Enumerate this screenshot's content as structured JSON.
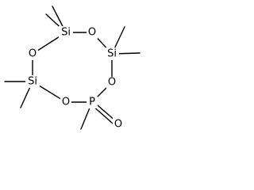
{
  "molecule": {
    "atoms": [
      {
        "id": "si1",
        "label": "Si"
      },
      {
        "id": "o1",
        "label": "O"
      },
      {
        "id": "si2",
        "label": "Si"
      },
      {
        "id": "o2",
        "label": "O"
      },
      {
        "id": "p1",
        "label": "P"
      },
      {
        "id": "o3",
        "label": "O"
      },
      {
        "id": "si3",
        "label": "Si"
      },
      {
        "id": "o4",
        "label": "O"
      },
      {
        "id": "o5",
        "label": "O"
      }
    ]
  }
}
